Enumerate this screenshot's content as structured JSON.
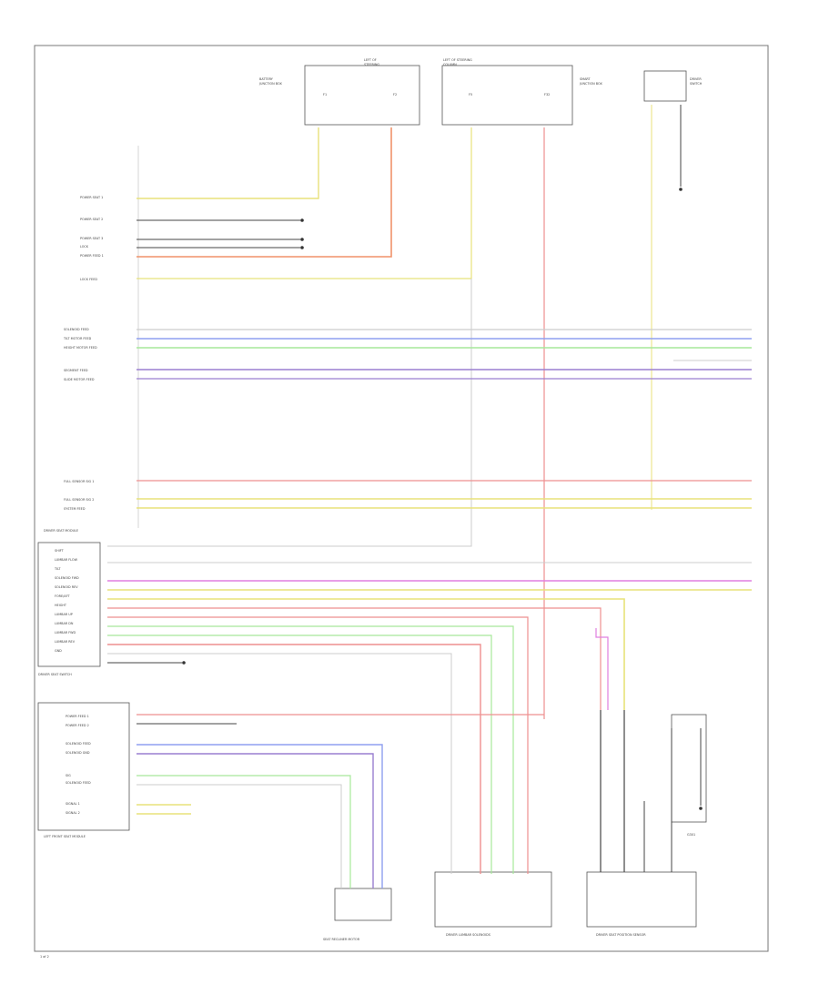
{
  "diagram": {
    "header_modules": [
      {
        "id": "hdr1",
        "line1": "LEFT OF",
        "line2": "STEERING",
        "note1": "BATTERY",
        "note2": "JUNCTION BOX",
        "fuse_a": "F1",
        "fuse_b": "F2"
      },
      {
        "id": "hdr2",
        "line1": "LEFT OF STEERING",
        "line2": "COLUMN",
        "note1": "SMART",
        "note2": "JUNCTION BOX",
        "fuse_a": "F5",
        "fuse_b": "F32"
      },
      {
        "id": "hdr3",
        "line1": "",
        "line2": "",
        "note1": "DRIVER",
        "note2": "SWITCH",
        "fuse_a": "",
        "fuse_b": ""
      }
    ],
    "left_labels_top": [
      "POWER SEAT 1",
      "POWER SEAT 2",
      "POWER SEAT 3",
      "LOCK",
      "POWER FEED 1",
      "LOCK FEED"
    ],
    "left_labels_mid": [
      "SOLENOID FEED",
      "TILT MOTOR FEED",
      "HEIGHT MOTOR FEED",
      "SEGMENT FEED",
      "SLIDE MOTOR FEED"
    ],
    "left_labels_low": [
      "FULL SENSOR SIG 1",
      "FULL SENSOR SIG 2",
      "SYSTEM FEED"
    ],
    "module_labels": {
      "driver_seat_module": "DRIVER SEAT MODULE",
      "driver_seat_switch": "DRIVER SEAT SWITCH",
      "left_front_seat_module": "LEFT FRONT SEAT MODULE",
      "seat_recliner": "SEAT RECLINER MOTOR",
      "lumbar_solenoid": "DRIVER LUMBAR SOLENOIDS",
      "driver_seat_position": "DRIVER SEAT POSITION SENSOR"
    },
    "switch_labels": [
      "SHIFT",
      "LUMBAR FLOW",
      "TILT",
      "SOLENOID FWD",
      "SOLENOID REV",
      "FORE/AFT",
      "HEIGHT",
      "LUMBAR UP",
      "LUMBAR DN",
      "LUMBAR FWD",
      "LUMBAR REV",
      "GND"
    ],
    "lower_left_labels": [
      "POWER FEED 1",
      "POWER FEED 2",
      "SOLENOID FEED",
      "SOLENOID GND",
      "SIG",
      "SOLENOID FEED",
      "SIGNAL 1",
      "SIGNAL 2"
    ],
    "ground_note": "G301",
    "footer_code": "1 of 2",
    "colors": {
      "yellow": "#e8e27a",
      "red": "#ee8f8f",
      "orange": "#f0926a",
      "blue": "#8f9ff0",
      "green": "#a6e89a",
      "purple": "#9a7fd0",
      "magenta": "#e07fe0",
      "gray": "#999999",
      "black": "#444444",
      "lightgray": "#cccccc"
    }
  }
}
